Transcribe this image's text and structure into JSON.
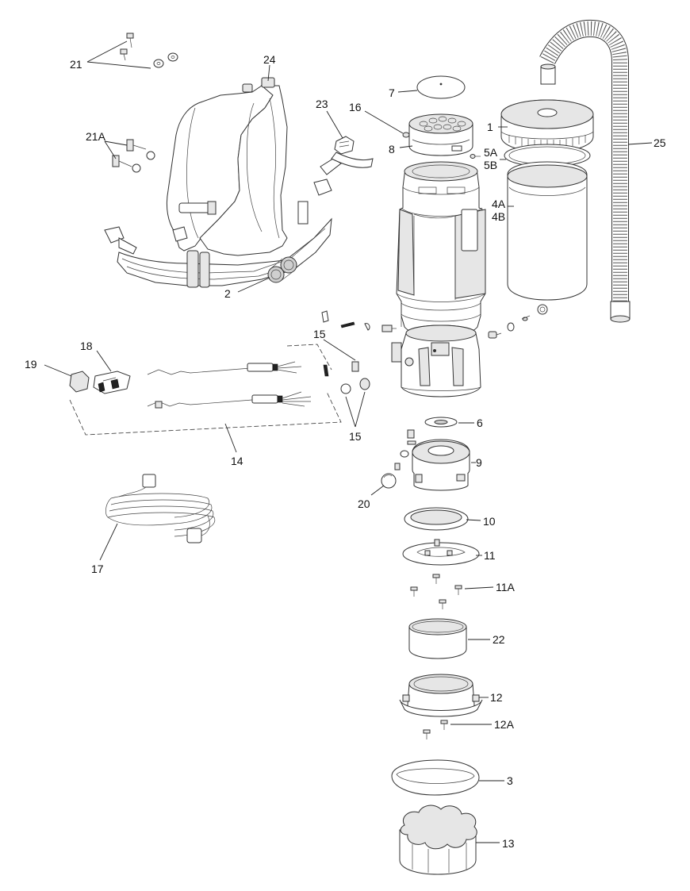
{
  "diagram": {
    "callouts": {
      "c1": "1",
      "c2": "2",
      "c3": "3",
      "c4a": "4A",
      "c4b": "4B",
      "c5a": "5A",
      "c5b": "5B",
      "c6": "6",
      "c7": "7",
      "c8": "8",
      "c9": "9",
      "c10": "10",
      "c11": "11",
      "c11a": "11A",
      "c12": "12",
      "c12a": "12A",
      "c13": "13",
      "c14": "14",
      "c15a": "15",
      "c15b": "15",
      "c16": "16",
      "c17": "17",
      "c18": "18",
      "c19": "19",
      "c20": "20",
      "c21": "21",
      "c21a": "21A",
      "c22": "22",
      "c23": "23",
      "c24": "24",
      "c25": "25"
    }
  }
}
